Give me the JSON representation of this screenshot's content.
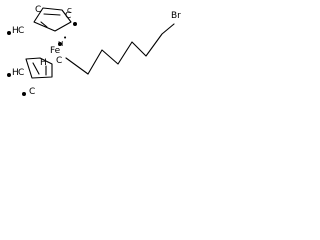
{
  "structure": {
    "labels": {
      "top_left_ring_c": "C",
      "top_ring_c": "C",
      "top_ring_h": "H",
      "top_right_ring_c": "C",
      "mid_left_ring_c": "C",
      "fe": "Fe",
      "fe_h": "H",
      "fe_dot": "•",
      "left_ring_h": "H",
      "left_ring_c": "C",
      "bottom_ring_c": "C",
      "bottom_ring_h": "H",
      "chain_c": "C",
      "bromine": "Br"
    }
  }
}
